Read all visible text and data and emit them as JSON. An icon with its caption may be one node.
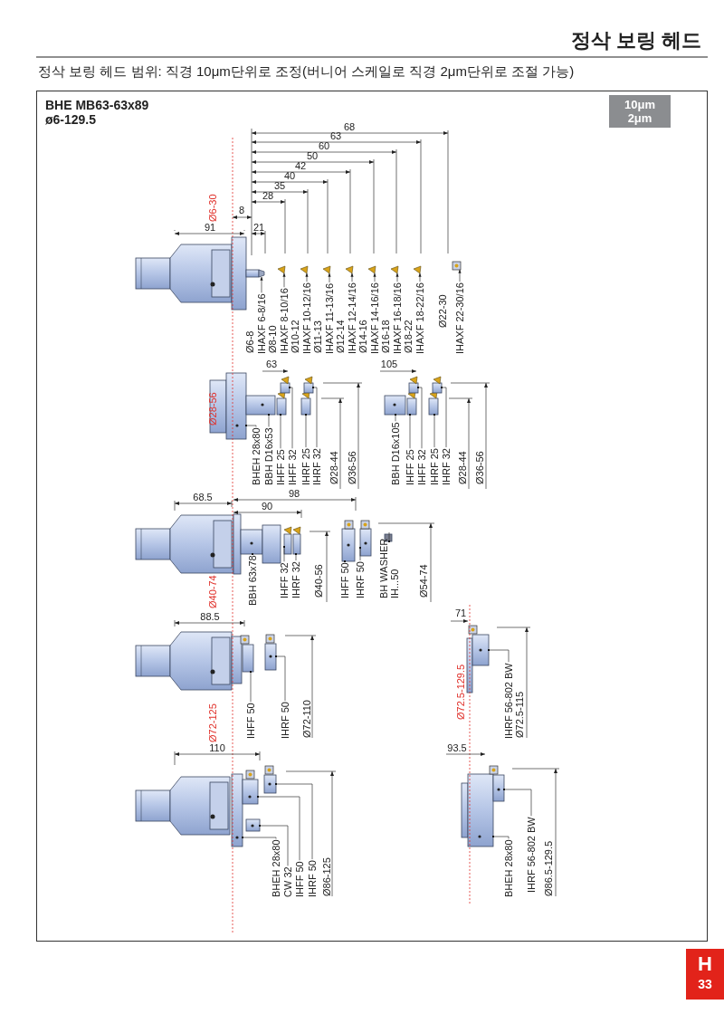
{
  "diagram": {
    "title": "정삭 보링 헤드",
    "nodes": [
      {
        "text": [
          "BHE MB63-63x89",
          "ø6-129.5"
        ]
      },
      {
        "text": [
          "10μm 2μm"
        ],
        "in": 0
      },
      {
        "text": [
          "H",
          "33"
        ]
      },
      {
        "text": [
          "IHAXF 6-8/16"
        ],
        "in": 0
      },
      {
        "text": [
          "IHAXF 8-10/16"
        ],
        "in": 0
      },
      {
        "text": [
          "IHAXF 10-12/16"
        ],
        "in": 0
      },
      {
        "text": [
          "IHAXF 11-13/16"
        ],
        "in": 0
      },
      {
        "text": [
          "IHAXF 12-14/16"
        ],
        "in": 0
      },
      {
        "text": [
          "IHAXF 14-16/16"
        ],
        "in": 0
      },
      {
        "text": [
          "IHAXF 16-18/16"
        ],
        "in": 0
      },
      {
        "text": [
          "IHAXF 18-22/16"
        ],
        "in": 0
      },
      {
        "text": [
          "IHAXF 22-30/16"
        ],
        "in": 0
      },
      {
        "text": [
          "BHEH 28x80"
        ],
        "in": 0
      },
      {
        "text": [
          "BBH D16x53"
        ],
        "in": 0
      },
      {
        "text": [
          "IHFF 25"
        ],
        "in": 0
      },
      {
        "text": [
          "IHFF 32"
        ],
        "in": 0
      },
      {
        "text": [
          "IHRF 25"
        ],
        "in": 0
      },
      {
        "text": [
          "IHRF 32"
        ],
        "in": 0
      },
      {
        "text": [
          "BBH D16x105"
        ],
        "in": 0
      },
      {
        "text": [
          "IHFF 25"
        ],
        "in": 0
      },
      {
        "text": [
          "IHFF 32"
        ],
        "in": 0
      },
      {
        "text": [
          "IHRF 25"
        ],
        "in": 0
      },
      {
        "text": [
          "IHRF 32"
        ],
        "in": 0
      },
      {
        "text": [
          "BBH 63x78"
        ],
        "in": 0
      },
      {
        "text": [
          "IHFF 32"
        ],
        "in": 0
      },
      {
        "text": [
          "IHRF 32"
        ],
        "in": 0
      },
      {
        "text": [
          "IHFF 50"
        ],
        "in": 0
      },
      {
        "text": [
          "IHRF 50"
        ],
        "in": 0
      },
      {
        "text": [
          "BH WASHER IH...50"
        ],
        "in": 0
      },
      {
        "text": [
          "IHFF 50"
        ],
        "in": 0
      },
      {
        "text": [
          "IHRF 50"
        ],
        "in": 0
      },
      {
        "text": [
          "IHRF 56-802 BW"
        ],
        "in": 0
      },
      {
        "text": [
          "BHEH 28x80"
        ],
        "in": 0
      },
      {
        "text": [
          "CW 32"
        ],
        "in": 0
      },
      {
        "text": [
          "IHFF 50"
        ],
        "in": 0
      },
      {
        "text": [
          "IHRF 50"
        ],
        "in": 0
      },
      {
        "text": [
          "BHEH 28x80"
        ],
        "in": 0
      },
      {
        "text": [
          "IHRF 56-802 BW"
        ],
        "in": 0
      },
      {
        "text": [],
        "shape": "picture",
        "in": 0
      },
      {
        "text": [],
        "shape": "picture",
        "in": 0
      },
      {
        "text": [],
        "shape": "picture",
        "in": 0
      },
      {
        "text": [],
        "shape": "picture",
        "in": 0
      },
      {
        "text": [],
        "shape": "picture",
        "in": 0
      },
      {
        "text": [],
        "shape": "picture",
        "in": 0
      },
      {
        "text": [],
        "shape": "picture",
        "in": 0
      },
      {
        "text": [],
        "shape": "picture",
        "in": 0
      },
      {
        "text": [],
        "shape": "picture",
        "in": 0
      },
      {
        "text": [],
        "shape": "picture",
        "in": 0
      },
      {
        "text": [],
        "shape": "picture",
        "in": 0
      },
      {
        "text": [],
        "shape": "picture",
        "in": 0
      },
      {
        "text": [],
        "shape": "picture",
        "in": 0
      },
      {
        "text": [],
        "shape": "picture",
        "in": 0
      },
      {
        "text": [],
        "shape": "picture",
        "in": 0
      },
      {
        "text": [],
        "shape": "picture",
        "in": 0
      },
      {
        "text": [],
        "shape": "picture",
        "in": 0
      },
      {
        "text": [],
        "shape": "picture",
        "in": 0
      },
      {
        "text": [],
        "shape": "picture",
        "in": 0
      },
      {
        "text": [],
        "shape": "picture",
        "in": 0
      },
      {
        "text": [],
        "shape": "picture",
        "in": 0
      },
      {
        "text": [],
        "shape": "picture",
        "in": 0
      },
      {
        "text": [],
        "shape": "picture",
        "in": 0
      },
      {
        "text": [],
        "shape": "picture",
        "in": 0
      },
      {
        "text": [],
        "shape": "picture",
        "in": 0
      },
      {
        "text": [],
        "shape": "box",
        "in": 0
      },
      {
        "text": [],
        "shape": "picture",
        "in": 0
      },
      {
        "text": [],
        "shape": "picture",
        "in": 0
      },
      {
        "text": [],
        "shape": "picture",
        "in": 0
      },
      {
        "text": [],
        "shape": "picture",
        "in": 0
      },
      {
        "text": [],
        "shape": "picture",
        "in": 0
      },
      {
        "text": [],
        "shape": "picture",
        "in": 0
      },
      {
        "text": [],
        "shape": "picture",
        "in": 0
      },
      {
        "text": [],
        "shape": "picture",
        "in": 0
      },
      {
        "text": [],
        "shape": "picture",
        "in": 0
      }
    ],
    "edges": [
      {
        "from": 3,
        "to": 38,
        "arrow": "to"
      },
      {
        "from": 4,
        "to": 39,
        "arrow": "to"
      },
      {
        "from": 5,
        "to": 40,
        "arrow": "to"
      },
      {
        "from": 6,
        "to": 41,
        "arrow": "to"
      },
      {
        "from": 7,
        "to": 42,
        "arrow": "to"
      },
      {
        "from": 8,
        "to": 43,
        "arrow": "to"
      },
      {
        "from": 9,
        "to": 44,
        "arrow": "to"
      },
      {
        "from": 10,
        "to": 45,
        "arrow": "to"
      },
      {
        "from": 11,
        "to": 46,
        "arrow": "to"
      },
      {
        "from": 12,
        "to": 47,
        "arrow": "other"
      },
      {
        "from": 13,
        "to": 48,
        "arrow": "other"
      },
      {
        "from": 14,
        "to": 49,
        "arrow": "other"
      },
      {
        "from": 15,
        "to": 50,
        "arrow": "other"
      },
      {
        "from": 16,
        "to": 51,
        "arrow": "other"
      },
      {
        "from": 17,
        "to": 52,
        "arrow": "other"
      },
      {
        "from": 18,
        "to": 53,
        "arrow": "other"
      },
      {
        "from": 19,
        "to": 54,
        "arrow": "other"
      },
      {
        "from": 20,
        "to": 55,
        "arrow": "other"
      },
      {
        "from": 21,
        "to": 56,
        "arrow": "other"
      },
      {
        "from": 22,
        "to": 57,
        "arrow": "other"
      },
      {
        "from": 23,
        "to": 58,
        "arrow": "other"
      },
      {
        "from": 24,
        "to": 59,
        "arrow": "other"
      },
      {
        "from": 25,
        "to": 60,
        "arrow": "other"
      },
      {
        "from": 26,
        "to": 61,
        "arrow": "other"
      },
      {
        "from": 27,
        "to": 62,
        "arrow": "other"
      },
      {
        "from": 28,
        "to": 63,
        "arrow": "other"
      },
      {
        "from": 29,
        "to": 64,
        "arrow": "other"
      },
      {
        "from": 30,
        "to": 65,
        "arrow": "other"
      },
      {
        "from": 31,
        "to": 66,
        "arrow": "other"
      },
      {
        "from": 32,
        "to": 67,
        "arrow": "other"
      },
      {
        "from": 33,
        "to": 68,
        "arrow": "other"
      },
      {
        "from": 34,
        "to": 69,
        "arrow": "other"
      },
      {
        "from": 35,
        "to": 70,
        "arrow": "other"
      },
      {
        "from": 36,
        "to": 71,
        "arrow": "other"
      },
      {
        "from": 37,
        "to": 72,
        "arrow": "other"
      }
    ],
    "labels": [
      "정삭 보링 헤드 범위: 직경 10μm단위로 조정(버니어 스케일로 직경 2μm단위로 조절 가능)",
      "68",
      "63",
      "60",
      "50",
      "42",
      "40",
      "35",
      "28",
      "Ø6-30",
      "8",
      "91",
      "21",
      "Ø6-8",
      "Ø8-10",
      "Ø10-12",
      "Ø11-13",
      "Ø12-14",
      "Ø14-16",
      "Ø16-18",
      "Ø18-22",
      "Ø22-30",
      "63",
      "105",
      "Ø28-56",
      "Ø28-44",
      "Ø36-56",
      "Ø28-44",
      "Ø36-56",
      "68.5",
      "98",
      "90",
      "Ø40-74",
      "Ø40-56",
      "Ø54-74",
      "88.5",
      "71",
      "Ø72-125",
      "Ø72-110",
      "Ø72.5-129.5",
      "Ø72.5-115",
      "110",
      "93.5",
      "Ø86-125",
      "Ø86.5-129.5"
    ]
  }
}
